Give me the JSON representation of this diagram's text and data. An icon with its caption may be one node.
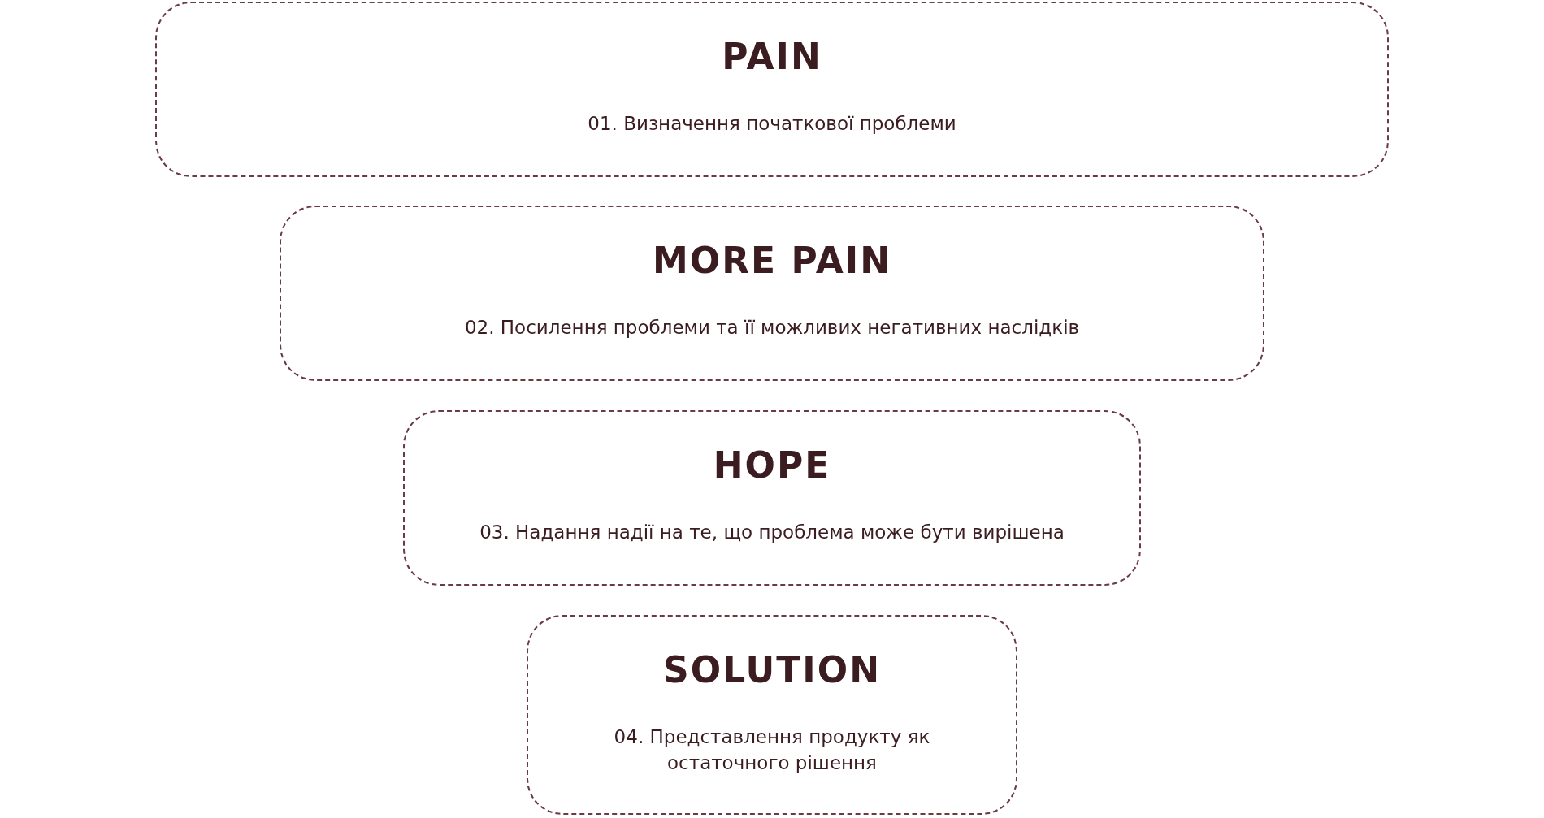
{
  "diagram": {
    "nodes": [
      {
        "text": [
          "PAIN",
          "01. Визначення початкової проблеми"
        ]
      },
      {
        "text": [
          "MORE PAIN",
          "02. Посилення проблеми та її можливих негативних наслідків"
        ]
      },
      {
        "text": [
          "HOPE",
          "03. Надання надії на те, що проблема може бути вирішена"
        ]
      },
      {
        "text": [
          "SOLUTION",
          "04. Представлення продукту як остаточного рішення"
        ]
      }
    ]
  }
}
